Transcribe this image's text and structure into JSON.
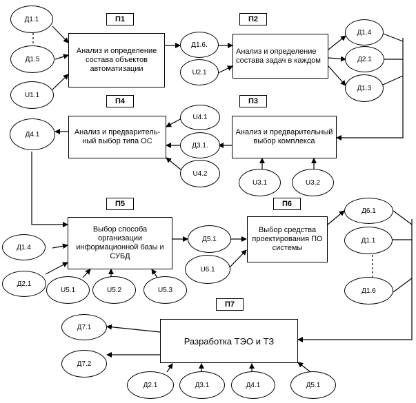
{
  "processes": {
    "p1": {
      "tag": "П1",
      "text": "Анализ и определение состава объектов автоматизации"
    },
    "p2": {
      "tag": "П2",
      "text": "Анализ и определение состава задач в каждом"
    },
    "p3": {
      "tag": "П3",
      "text": "Анализ и предварительный выбор комплекса"
    },
    "p4": {
      "tag": "П4",
      "text": "Анализ и предваритель­ный выбор типа ОС"
    },
    "p5": {
      "tag": "П5",
      "text": "Выбор способа организации информационной базы и СУБД"
    },
    "p6": {
      "tag": "П6",
      "text": "Выбор средства проектирования ПО системы"
    },
    "p7": {
      "tag": "П7",
      "text": "Разработка ТЭО и ТЗ"
    }
  },
  "nodes": {
    "d11_top": "Д1.1",
    "d15": "Д1.5",
    "u11": "U1.1",
    "d16_p1": "Д1.6.",
    "u21": "U2.1",
    "d14_right": "Д1.4",
    "d21_right": "Д2.1",
    "d13": "Д1.3",
    "u41": "U4.1",
    "d31_mid": "Д3.1.",
    "u42": "U4.2",
    "d41_left": "Д4.1",
    "u31": "U3.1",
    "u32": "U3.2",
    "d14_left": "Д1.4",
    "d21_left": "Д2.1",
    "u51": "U5.1",
    "u52": "U5.2",
    "u53": "U5.3",
    "d51_mid": "Д5.1",
    "u61": "U6.1",
    "d61": "Д6.1",
    "d11_right": "Д1.1",
    "d16_right": "Д1.6",
    "d71": "Д7.1",
    "d72": "Д7.2",
    "d21_bottom": "Д2.1",
    "d31_bottom": "Д3.1",
    "d41_bottom": "Д4.1",
    "d51_bottom": "Д5.1"
  }
}
